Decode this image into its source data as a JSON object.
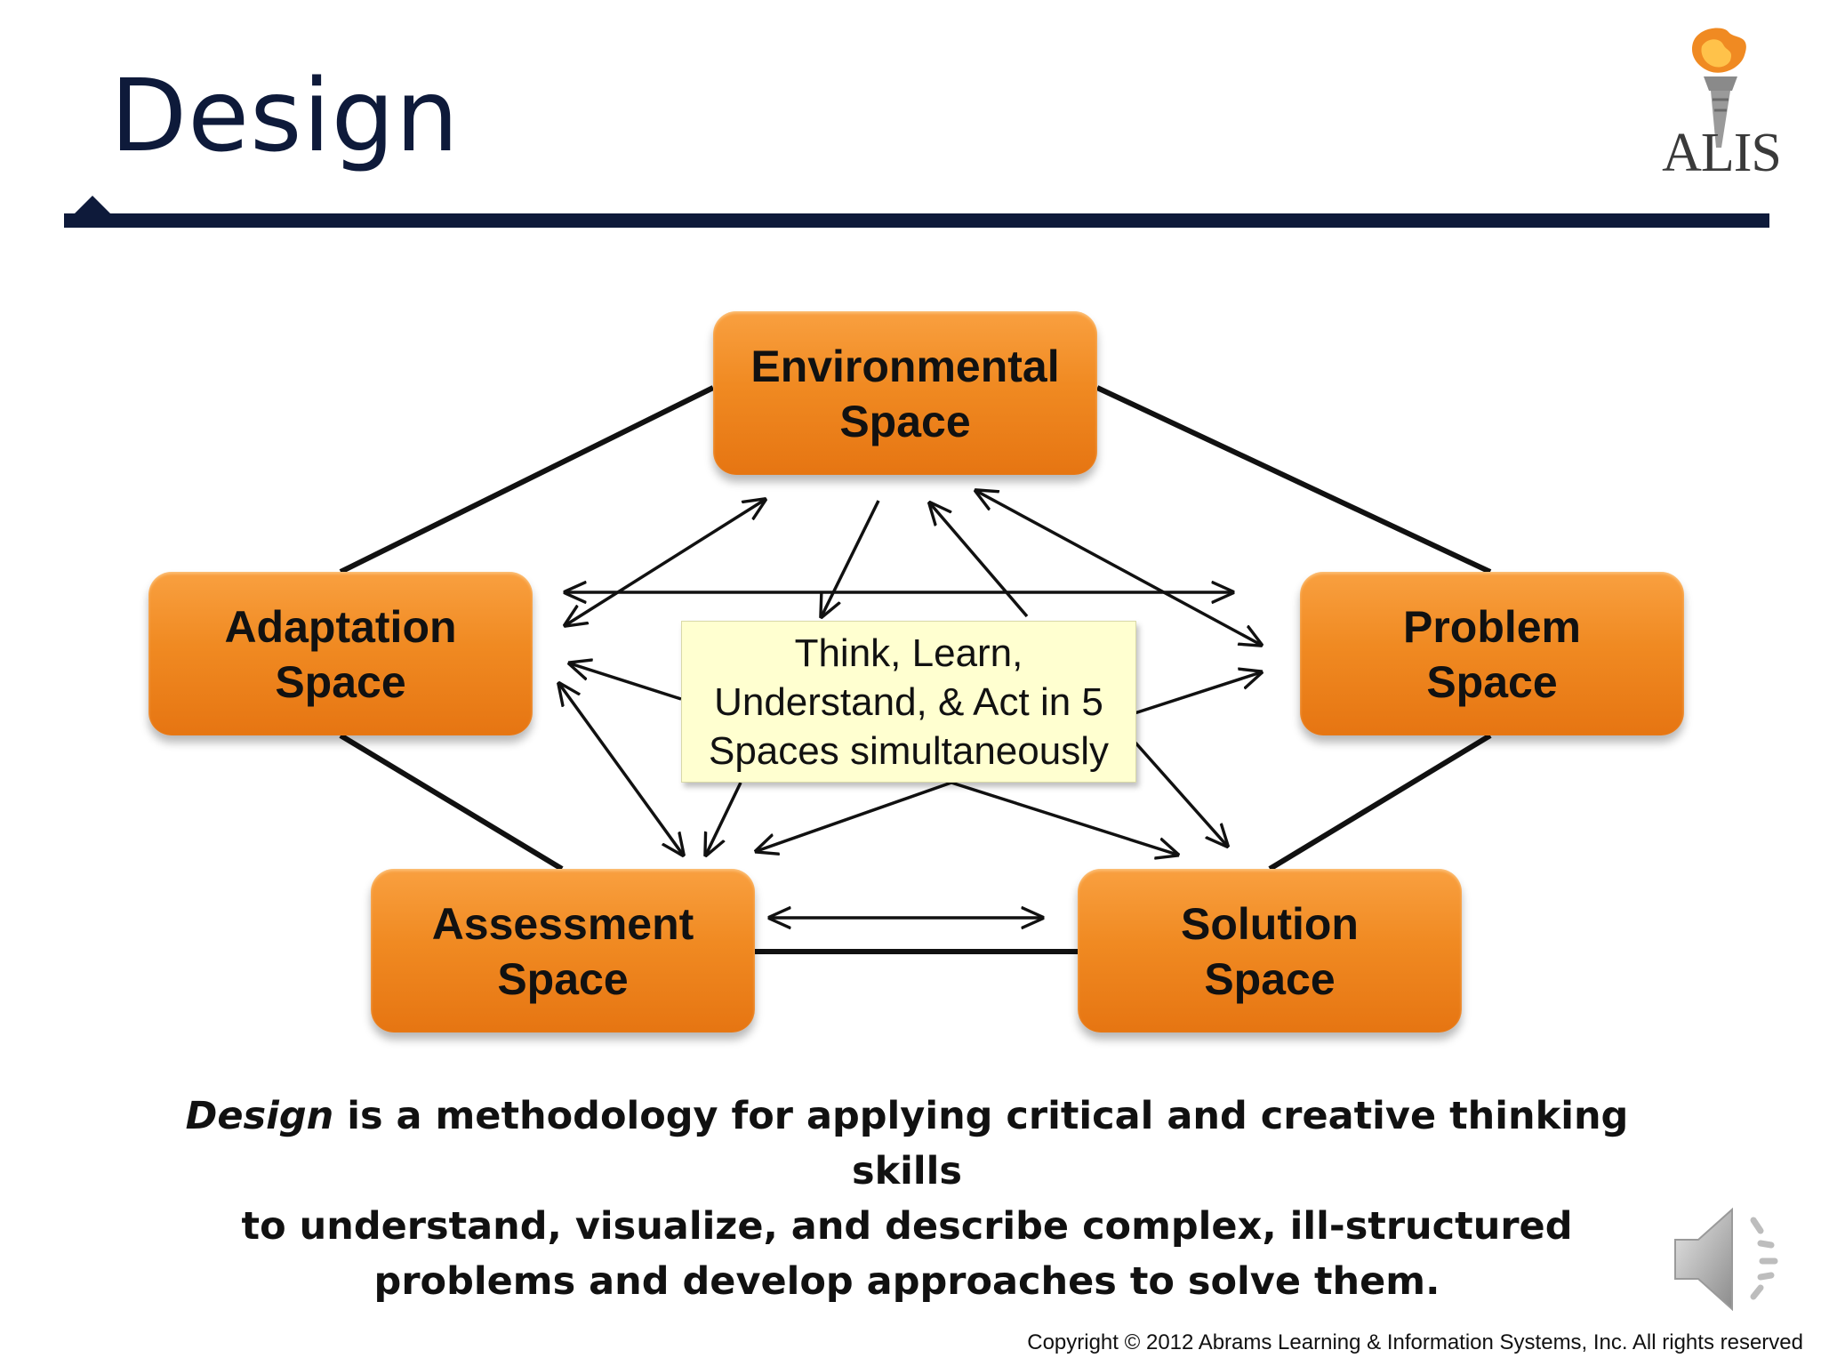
{
  "slide": {
    "title": "Design",
    "logo_text": "ALIS",
    "copyright": "Copyright © 2012 Abrams Learning & Information Systems, Inc. All rights reserved"
  },
  "diagram": {
    "nodes": {
      "environmental": "Environmental\nSpace",
      "adaptation": "Adaptation\nSpace",
      "problem": "Problem\nSpace",
      "assessment": "Assessment\nSpace",
      "solution": "Solution\nSpace"
    },
    "center_text": "Think, Learn,\nUnderstand, & Act in 5\nSpaces simultaneously",
    "colors": {
      "node_fill": "#f08a22",
      "center_fill": "#ffffd0",
      "title": "#0e1a3a"
    }
  },
  "caption": {
    "lead_italic": "Design",
    "rest_line1": " is a methodology for applying critical and creative thinking skills",
    "line2": "to understand, visualize, and describe complex, ill-structured",
    "line3": "problems and develop approaches to solve them."
  },
  "icons": {
    "logo": "torch-icon",
    "audio": "speaker-icon"
  }
}
